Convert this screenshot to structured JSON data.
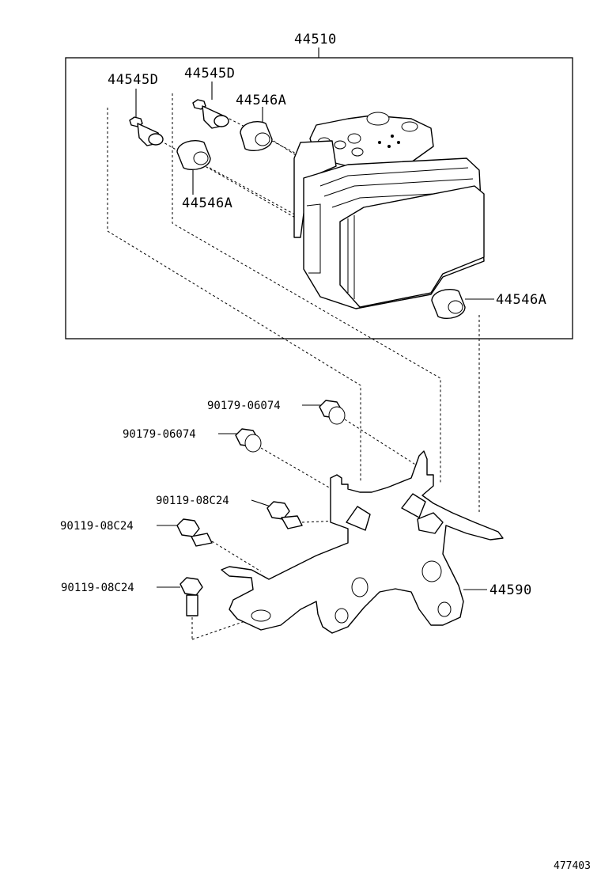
{
  "callouts": {
    "assembly": "44510",
    "solenoid_left": "44545D",
    "solenoid_right": "44545D",
    "cushion_top": "44546A",
    "cushion_mid": "44546A",
    "cushion_right": "44546A",
    "nut_upper": "90179-06074",
    "nut_lower": "90179-06074",
    "bolt_1": "90119-08C24",
    "bolt_2": "90119-08C24",
    "bolt_3": "90119-08C24",
    "bracket": "44590"
  },
  "diagram_number": "477403"
}
